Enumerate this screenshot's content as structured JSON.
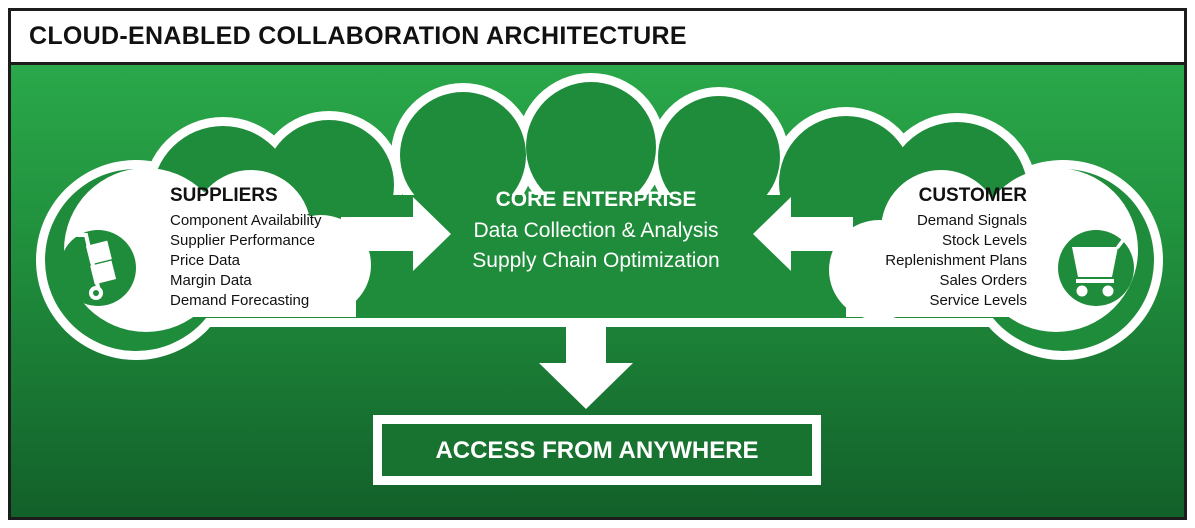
{
  "title": "CLOUD-ENABLED COLLABORATION ARCHITECTURE",
  "colors": {
    "green": "#1f8c3b",
    "green_dark": "#17732f",
    "white": "#ffffff",
    "frame": "#1c1c1c"
  },
  "icons": {
    "suppliers": "hand-truck-icon",
    "customer": "shopping-cart-icon"
  },
  "suppliers": {
    "heading": "SUPPLIERS",
    "items": [
      "Component Availability",
      "Supplier Performance",
      "Price Data",
      "Margin Data",
      "Demand Forecasting"
    ]
  },
  "core": {
    "heading": "CORE ENTERPRISE",
    "lines": [
      "Data Collection & Analysis",
      "Supply Chain Optimization"
    ]
  },
  "customer": {
    "heading": "CUSTOMER",
    "items": [
      "Demand Signals",
      "Stock Levels",
      "Replenishment Plans",
      "Sales Orders",
      "Service Levels"
    ]
  },
  "access": {
    "label": "ACCESS FROM ANYWHERE"
  }
}
